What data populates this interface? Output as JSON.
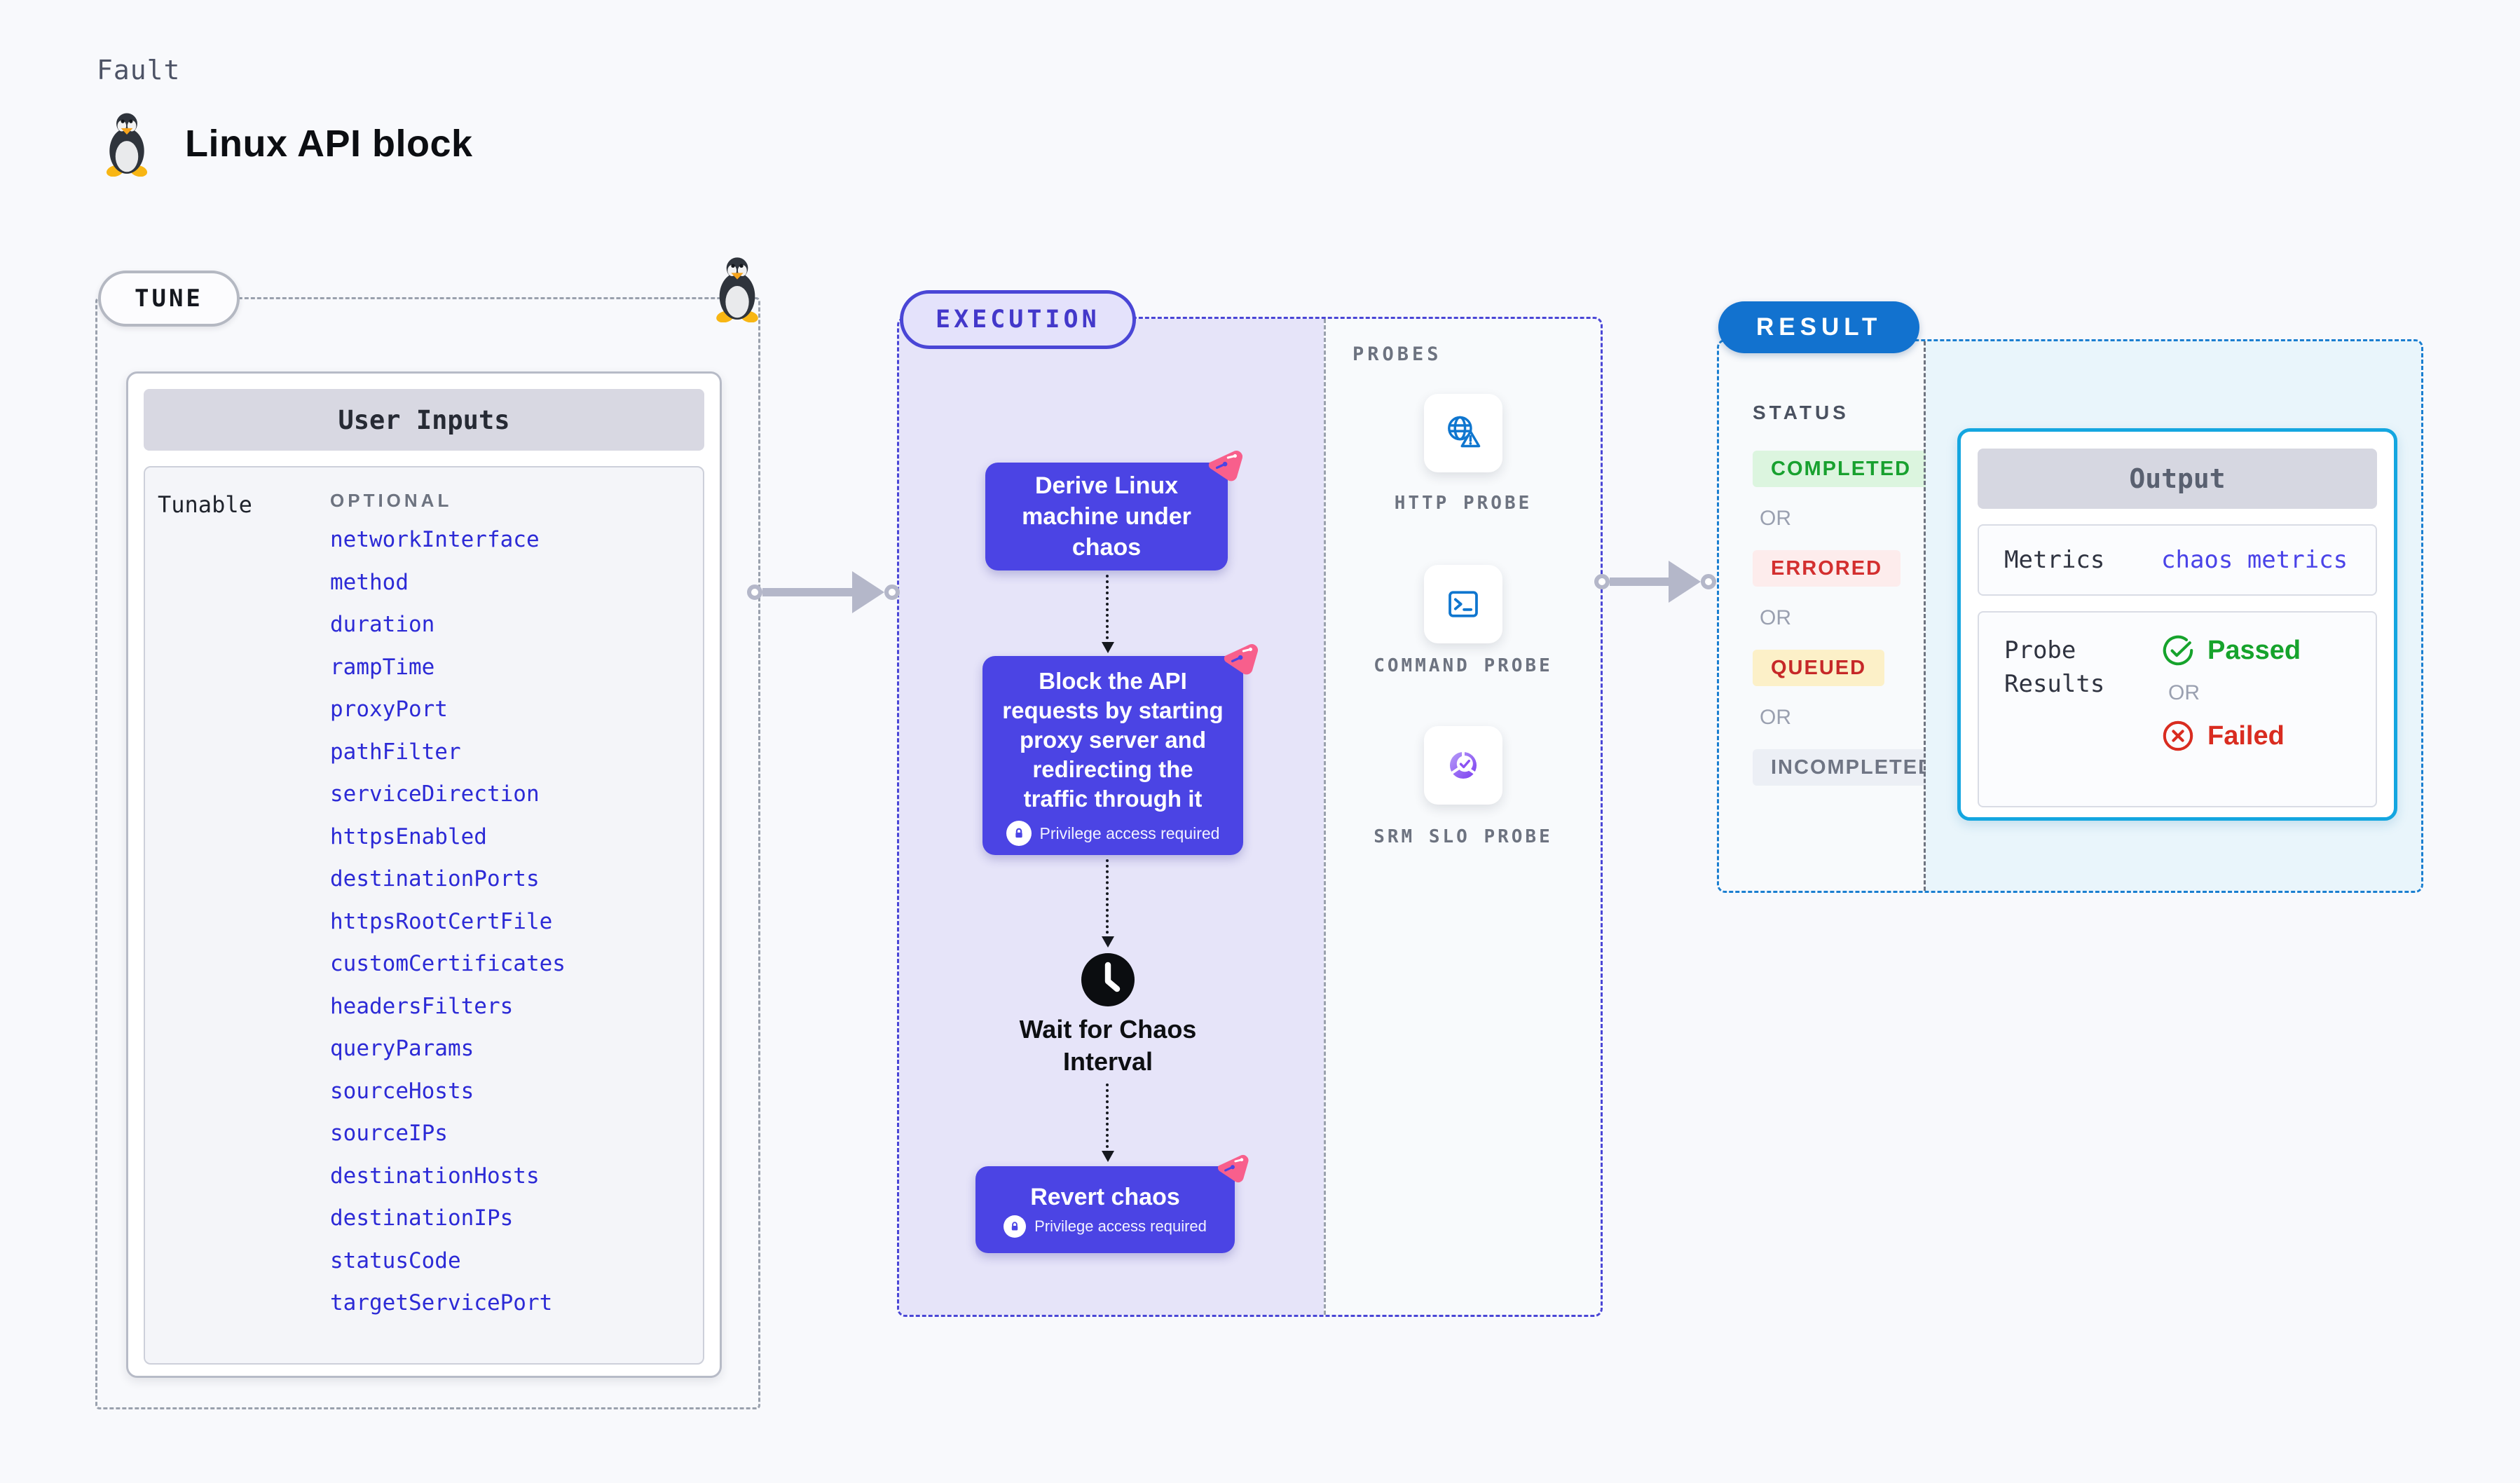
{
  "page": {
    "kicker": "Fault",
    "title": "Linux API block",
    "fault_icon": "tux-penguin-icon"
  },
  "tune": {
    "label": "TUNE",
    "corner_icon": "tux-penguin-icon",
    "card_title": "User Inputs",
    "row_label": "Tunable",
    "optional_label": "OPTIONAL",
    "params": [
      "networkInterface",
      "method",
      "duration",
      "rampTime",
      "proxyPort",
      "pathFilter",
      "serviceDirection",
      "httpsEnabled",
      "destinationPorts",
      "httpsRootCertFile",
      "customCertificates",
      "headersFilters",
      "queryParams",
      "sourceHosts",
      "sourceIPs",
      "destinationHosts",
      "destinationIPs",
      "statusCode",
      "targetServicePort"
    ]
  },
  "execution": {
    "label": "EXECUTION",
    "steps": {
      "derive": "Derive Linux machine under chaos",
      "block": "Block the API requests by starting proxy server and redirecting the traffic through it",
      "wait": "Wait for Chaos Interval",
      "revert": "Revert chaos"
    },
    "privilege_label": "Privilege access required",
    "step_corner_icon": "chaos-pink-icon",
    "wait_icon": "clock-icon",
    "probes": {
      "label": "PROBES",
      "items": [
        {
          "name": "HTTP PROBE",
          "icon": "globe-alert-icon"
        },
        {
          "name": "COMMAND PROBE",
          "icon": "terminal-icon"
        },
        {
          "name": "SRM SLO PROBE",
          "icon": "slo-gauge-icon"
        }
      ]
    }
  },
  "result": {
    "label": "RESULT",
    "status_label": "STATUS",
    "or_label": "OR",
    "statuses": [
      {
        "label": "COMPLETED",
        "fg": "#18a12f",
        "bg": "#dcf5df"
      },
      {
        "label": "ERRORED",
        "fg": "#d32f2f",
        "bg": "#fdecec"
      },
      {
        "label": "QUEUED",
        "fg": "#c62828",
        "bg": "#fcf0c8"
      },
      {
        "label": "INCOMPLETED",
        "fg": "#6f7584",
        "bg": "#eceff5"
      }
    ],
    "output": {
      "title": "Output",
      "metrics_label": "Metrics",
      "metrics_value": "chaos metrics",
      "probe_results_label": "Probe Results",
      "passed_label": "Passed",
      "failed_label": "Failed",
      "passed_icon": "check-circle-icon",
      "failed_icon": "x-circle-icon"
    }
  },
  "colors": {
    "page_bg": "#f8f9fc",
    "indigo_step": "#4b44e4",
    "execution_bg": "#e6e4f9",
    "execution_border": "#4a46d6",
    "tune_border": "#9aa1ad",
    "result_border": "#1b7fd0",
    "result_pill": "#1272cf",
    "output_border": "#14a6e0",
    "output_area_bg": "#e9f5fb",
    "chaos_pink": "#f85f8c",
    "probe_icon_blue": "#0f76cf",
    "passed_green": "#16a32c",
    "failed_red": "#d92c20",
    "param_blue": "#2c2ad6"
  }
}
